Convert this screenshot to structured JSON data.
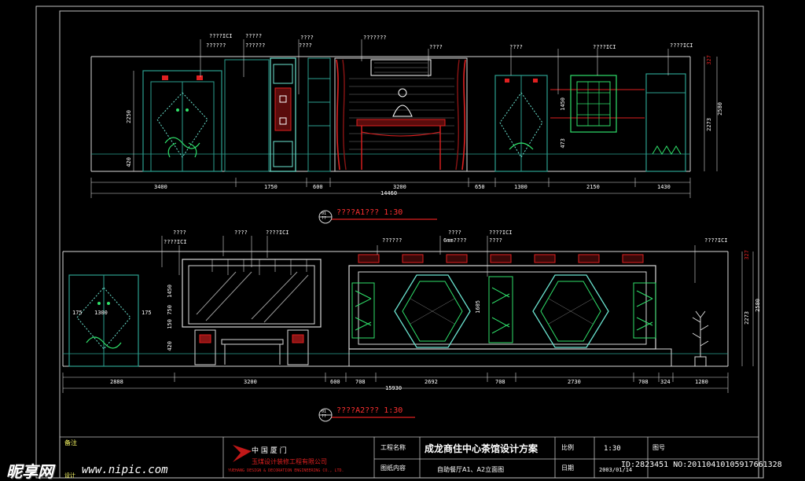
{
  "colors": {
    "background": "#000000",
    "frame": "#c0c0c0",
    "outline": "#d8d8d8",
    "cabinet": "#2c9f8f",
    "cabinet_light": "#6be4d0",
    "decor_green": "#2fe06a",
    "decor_red": "#e02020",
    "dark_red": "#8a1414",
    "text_white": "#ffffff",
    "text_yellow": "#ffff66",
    "text_red": "#ff3030",
    "dimension": "#ffffff"
  },
  "elevation_a1": {
    "label_bubble": "01\n??",
    "title": "????A1???  1:30",
    "total_width": "14460",
    "segments": [
      "3400",
      "1750",
      "600",
      "3200",
      "650",
      "1300",
      "2150",
      "1430"
    ],
    "callouts": [
      "????ICI",
      "??????",
      "?????",
      "????",
      "??????",
      "????",
      "???????",
      "????",
      "????",
      "????ICI",
      "??????",
      "??????",
      "????",
      "????ICI"
    ],
    "vertical_dims": [
      "2250",
      "420",
      "327",
      "2273",
      "2580",
      "1450",
      "473"
    ]
  },
  "elevation_a2": {
    "label_bubble": "01\n??",
    "title": "????A2???  1:30",
    "total_width": "15930",
    "segments": [
      "2888",
      "3200",
      "600",
      "708",
      "2692",
      "708",
      "2730",
      "708",
      "324",
      "1280"
    ],
    "callouts": [
      "????",
      "????ICI",
      "????",
      "????ICI",
      "??????",
      "????",
      "6mm????",
      "????ICI",
      "????",
      "????ICI"
    ],
    "vertical_dims": [
      "1450",
      "750",
      "150",
      "420",
      "175",
      "1300",
      "175",
      "1605",
      "327",
      "2273",
      "2580"
    ]
  },
  "title_block": {
    "notes_heading": "备注",
    "company_cn": "玉煤设计装修工程有限公司",
    "company_en": "YUEHANG DESIGN & DECORATION ENGINEERING CO., LTD.",
    "place": "中 国    厦 门",
    "project_label": "工程名称",
    "project_name": "成龙商住中心茶馆设计方案",
    "drawing_label": "图纸内容",
    "drawing_name": "自助餐厅A1、A2立面图",
    "scale_label": "比例",
    "scale_value": "1:30",
    "sheet_label": "图号",
    "date_label": "日期",
    "date_value": "2003/01/14",
    "design_label": "设计"
  },
  "watermark": {
    "logo": "昵享网",
    "url": "www.nipic.com",
    "image_id": "ID:2823451 NO:20110410105917661328"
  }
}
